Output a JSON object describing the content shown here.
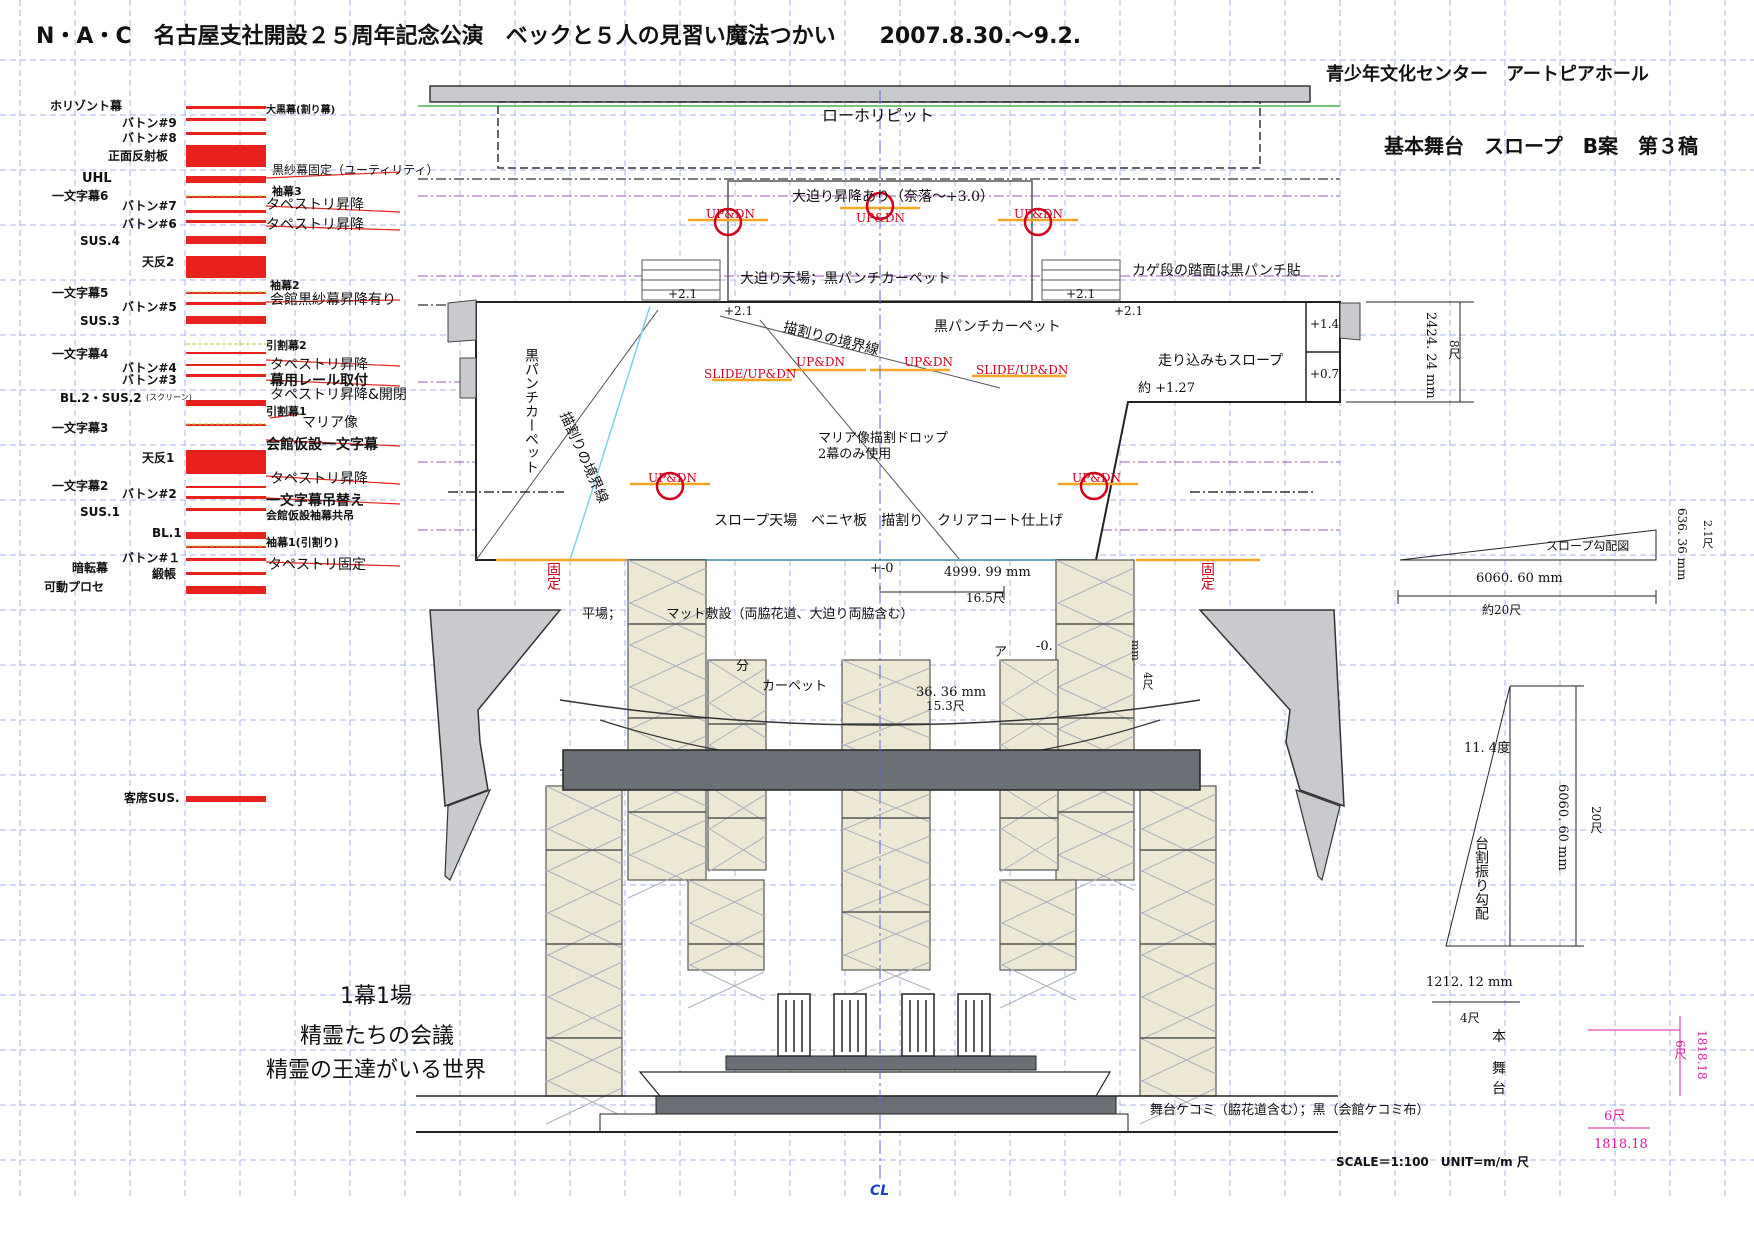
{
  "title": "N・A・C　名古屋支社開設２５周年記念公演　ベックと５人の見習い魔法つかい　　2007.8.30.〜9.2.",
  "venue": "青少年文化センター　アートピアホール",
  "plan_title": "基本舞台　スロープ　B案　第３稿",
  "batten_labels": {
    "horizont": "ホリゾント幕",
    "b9": "バトン#9",
    "b8": "バトン#8",
    "front_reflector": "正面反射板",
    "uhl": "UHL",
    "ichimonji6": "一文字幕6",
    "b7": "バトン#7",
    "b6": "バトン#6",
    "sus4": "SUS.4",
    "tenhan2": "天反2",
    "ichimonji5": "一文字幕5",
    "b5": "バトン#5",
    "sus3": "SUS.3",
    "ichimonji4": "一文字幕4",
    "b4": "バトン#4",
    "b3": "バトン#3",
    "bl2": "BL.2・SUS.2",
    "screen": "(スクリーン)",
    "ichimonji3": "一文字幕3",
    "tenhan1": "天反1",
    "ichimonji2": "一文字幕2",
    "b2": "バトン#2",
    "sus1": "SUS.1",
    "bl1": "BL.1",
    "anten": "暗転幕",
    "b1": "バトン#１",
    "donchou": "緞帳",
    "kadou_prose": "可動プロセ",
    "audience_sus": "客席SUS."
  },
  "set_labels": {
    "okurokumaku": "大黒幕(割り幕)",
    "kurosha_fixed": "黒紗幕固定（ユーティリティ）",
    "sodemaku3": "袖幕3",
    "tapestry_up1": "タペストリ昇降",
    "tapestry_up2": "タペストリ昇降",
    "sodemaku2": "袖幕2",
    "hall_kurosha": "会館黒紗幕昇降有り",
    "hikiwari2": "引割幕2",
    "tapestry_up3": "タペストリ昇降",
    "rail": "幕用レール取付",
    "tapestry_open": "タペストリ昇降&開閉",
    "hikiwari1": "引割幕1",
    "maria": "マリア像",
    "hall_ichimonji": "会館仮設一文字幕",
    "tapestry_up4": "タペストリ昇降",
    "ichimonji_change": "一文字幕吊替え",
    "hall_sode": "会館仮設袖幕共吊",
    "sodemaku1": "袖幕1(引割り)",
    "tapestry_fixed": "タペストリ固定"
  },
  "stage_labels": {
    "lowhorizon_pit": "ローホリピット",
    "big_lift": "大迫り昇降あり（奈落〜+3.0）",
    "updn": "UP&DN",
    "big_lift_top": "大迫り天場；黒パンチカーペット",
    "kage_steps": "カゲ段の踏面は黒パンチ貼",
    "plus21": "+2.1",
    "black_punch_carpet": "黒パンチカーペット",
    "kakiwari_boundary": "描割りの境界線",
    "black_punch_vert": "黒パンチカーペット",
    "kakiwari_boundary_vert": "描割りの境界線",
    "slide_updn": "SLIDE/UP&DN",
    "run_slope": "走り込みもスロープ",
    "approx127": "約 +1.27",
    "plus14": "+1.4",
    "plus07": "+0.7",
    "maria_drop": "マリア像描割ドロップ",
    "second_act_only": "2幕のみ使用",
    "slope_top": "スロープ天場　ベニヤ板　描割り　クリアコート仕上げ",
    "fixed": "固定",
    "zero": "+-0",
    "dim_4999": "4999. 99 mm",
    "dim_165": "16.5尺",
    "flat_floor": "平場；　　　　マット敷設（両脇花道、大迫り両脇含む）",
    "part_ken": "分",
    "carpet": "カーペット",
    "minus": "-0.",
    "dim_3636": "36. 36 mm",
    "dim_153": "15.3尺",
    "a_mark": "ア",
    "mm_small": "mm",
    "four_shaku": "4尺",
    "kerikomi": "舞台ケコミ（脇花道含む）；黒（会館ケコミ布）"
  },
  "dimensions": {
    "h_2424": "2424. 24 mm",
    "h_8shaku": "8尺",
    "slope_diagram": "スロープ勾配図",
    "h_636": "636. 36 mm",
    "h_21": "2.1尺",
    "w_6060": "6060. 60 mm",
    "w_20": "約20尺",
    "angle": "11. 4度",
    "v_6060": "6060. 60 mm",
    "v_20": "20尺",
    "daiwari": "台割振り勾配",
    "w_1212": "1212. 12 mm",
    "w_4": "4尺",
    "hon": "本",
    "butai": "舞",
    "dai": "台",
    "six_shaku_v": "6尺",
    "v_1818": "1818.18",
    "six_shaku_h": "6尺",
    "h_1818": "1818.18"
  },
  "scene": {
    "line1": "1幕1場",
    "line2": "精霊たちの会議",
    "line3": "精霊の王達がいる世界"
  },
  "scale_note": "SCALE＝1:100　UNIT=m/m 尺",
  "center_line": "CL",
  "colors": {
    "grid": "#8f9fe0",
    "batten_red": "#e8221c",
    "updn_orange": "#f5a623",
    "cyan_line": "#7fd0ea",
    "wall_gray": "#c8cacd",
    "flat_fill": "#ece8d4",
    "proscenium": "#6b7076",
    "magenta": "#e01ba0"
  }
}
